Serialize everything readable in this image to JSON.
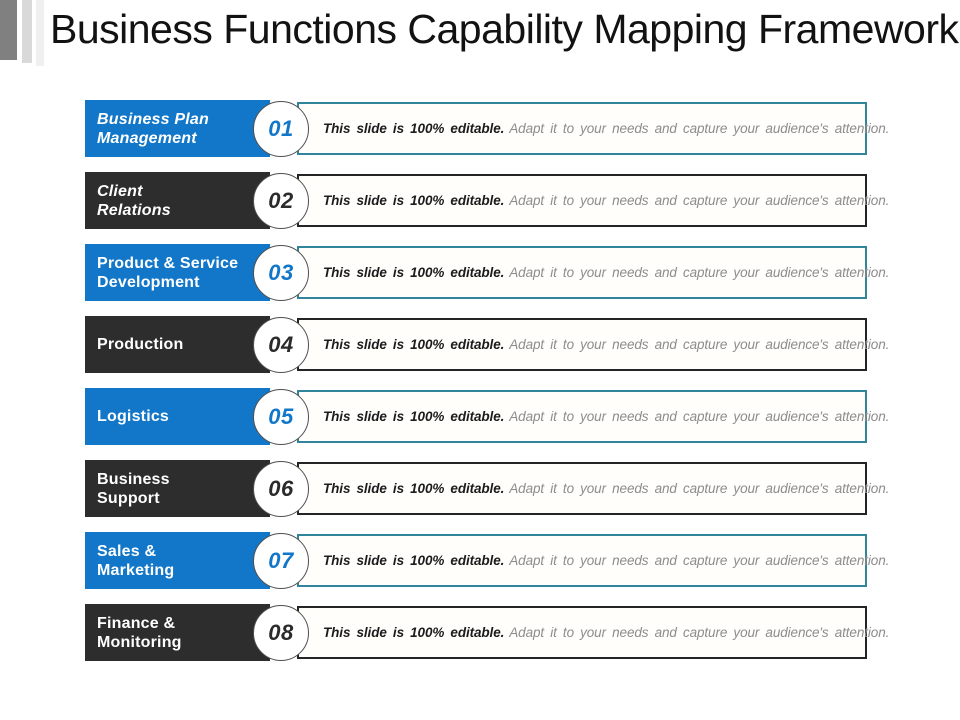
{
  "slide": {
    "title": "Business Functions Capability Mapping Framework",
    "description": {
      "bold": "This slide is 100% editable.",
      "rest": "Adapt it to your needs and capture your audience's attention."
    },
    "rows": [
      {
        "number": "01",
        "label": "Business Plan\nManagement",
        "theme": "blue",
        "italic": true
      },
      {
        "number": "02",
        "label": "Client\nRelations",
        "theme": "dark",
        "italic": true
      },
      {
        "number": "03",
        "label": "Product & Service\nDevelopment",
        "theme": "blue",
        "italic": false
      },
      {
        "number": "04",
        "label": "Production",
        "theme": "dark",
        "italic": false
      },
      {
        "number": "05",
        "label": "Logistics",
        "theme": "blue",
        "italic": false
      },
      {
        "number": "06",
        "label": "Business\nSupport",
        "theme": "dark",
        "italic": false
      },
      {
        "number": "07",
        "label": "Sales &\nMarketing",
        "theme": "blue",
        "italic": false
      },
      {
        "number": "08",
        "label": "Finance &\nMonitoring",
        "theme": "dark",
        "italic": false
      }
    ],
    "colors": {
      "blue": "#1277c8",
      "dark": "#2d2d2d",
      "teal-border": "#31859b",
      "black-border": "#242424",
      "circle-border": "#4f4f4f",
      "desc-dark": "#1c1c1c",
      "desc-gray": "#8c8c8c",
      "bar1": "#808080",
      "bar2": "#d9d9d9",
      "bar3": "#f0f0f0",
      "title-color": "#121212"
    }
  }
}
